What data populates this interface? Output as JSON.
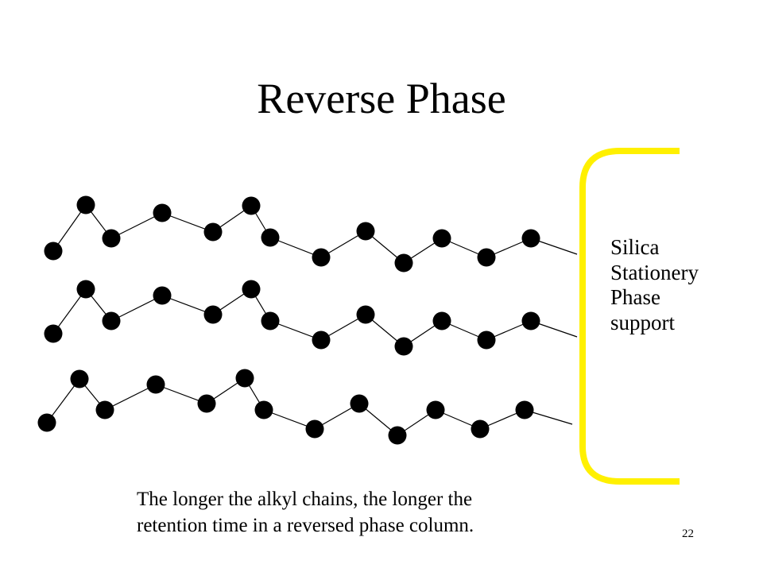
{
  "slide": {
    "title": "Reverse Phase",
    "support_label_lines": [
      "Silica",
      "Stationery",
      "Phase",
      "support"
    ],
    "caption_lines": [
      "The longer the alkyl chains, the longer the",
      "retention time in a reversed phase column."
    ],
    "slide_number": "22"
  },
  "colors": {
    "support_bracket": "#FFF000",
    "atom": "#000000",
    "bond": "#000000"
  }
}
